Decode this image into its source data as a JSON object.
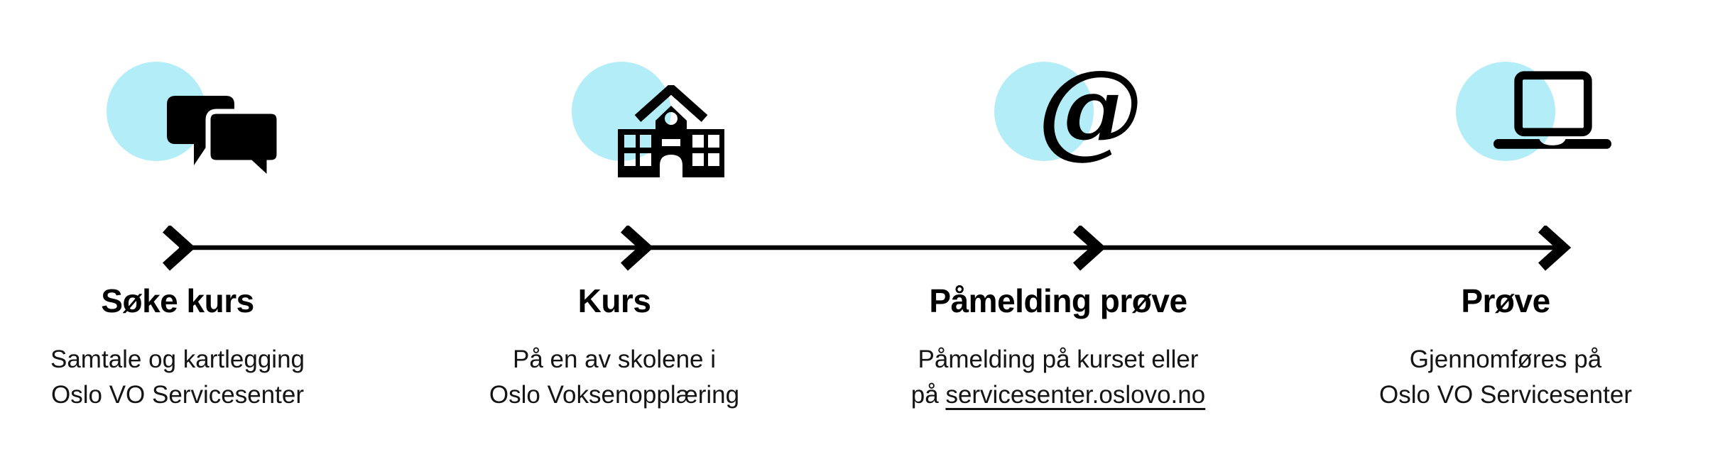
{
  "colors": {
    "background": "#ffffff",
    "circle": "#b3edf8",
    "ink": "#000000",
    "description_text": "#141414"
  },
  "timeline": {
    "direction": "left-to-right",
    "segments": 4
  },
  "steps": [
    {
      "icon": "speech-bubbles-icon",
      "title": "Søke kurs",
      "desc_line1": "Samtale og kartlegging",
      "desc_line2": "Oslo VO Servicesenter"
    },
    {
      "icon": "school-building-icon",
      "title": "Kurs",
      "desc_line1": "På en av skolene i",
      "desc_line2": "Oslo Voksenopplæring"
    },
    {
      "icon": "at-sign-icon",
      "at_glyph": "@",
      "title": "Påmelding prøve",
      "desc_line1": "Påmelding på kurset eller",
      "desc_line2_prefix": "på ",
      "desc_line2_link": "servicesenter.oslovo.no"
    },
    {
      "icon": "laptop-icon",
      "title": "Prøve",
      "desc_line1": "Gjennomføres på",
      "desc_line2": "Oslo VO Servicesenter"
    }
  ]
}
